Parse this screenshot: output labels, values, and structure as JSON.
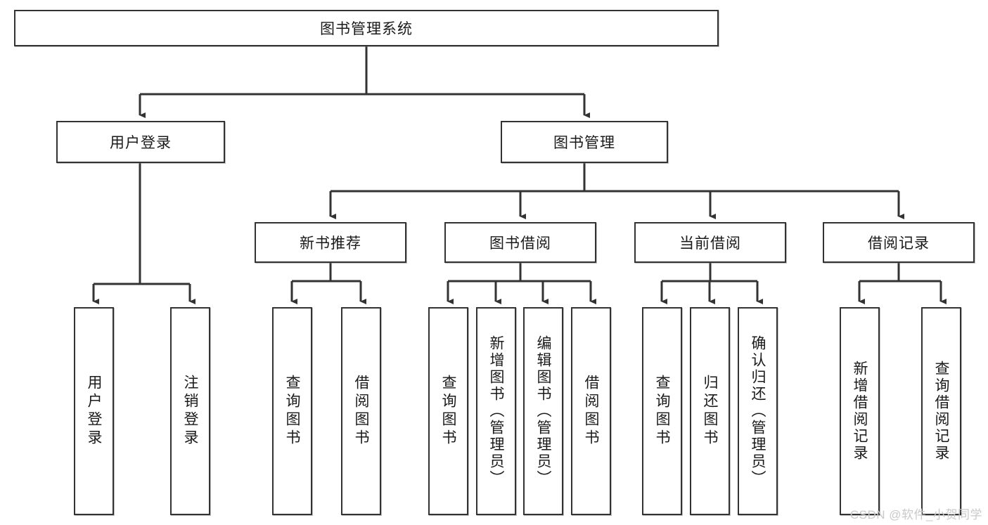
{
  "diagram": {
    "title": "图书管理系统",
    "type": "tree",
    "watermark": "CSDN @软件_小贺同学",
    "colors": {
      "stroke": "#333333",
      "fill": "#ffffff",
      "text": "#1a1a1a",
      "watermark": "#c9c9c9"
    },
    "root": {
      "label": "图书管理系统"
    },
    "level2": [
      {
        "label": "用户登录"
      },
      {
        "label": "图书管理"
      }
    ],
    "level3": [
      {
        "label": "新书推荐"
      },
      {
        "label": "图书借阅"
      },
      {
        "label": "当前借阅"
      },
      {
        "label": "借阅记录"
      }
    ],
    "leaves": {
      "user_login": [
        {
          "label": "用户登录"
        },
        {
          "label": "注销登录"
        }
      ],
      "new_book": [
        {
          "label": "查询图书"
        },
        {
          "label": "借阅图书"
        }
      ],
      "book_borrow": [
        {
          "label": "查询图书"
        },
        {
          "label": "新增图书（管理员）"
        },
        {
          "label": "编辑图书（管理员）"
        },
        {
          "label": "借阅图书"
        }
      ],
      "current_borrow": [
        {
          "label": "查询图书"
        },
        {
          "label": "归还图书"
        },
        {
          "label": "确认归还（管理员）"
        }
      ],
      "borrow_record": [
        {
          "label": "新增借阅记录"
        },
        {
          "label": "查询借阅记录"
        }
      ]
    }
  }
}
